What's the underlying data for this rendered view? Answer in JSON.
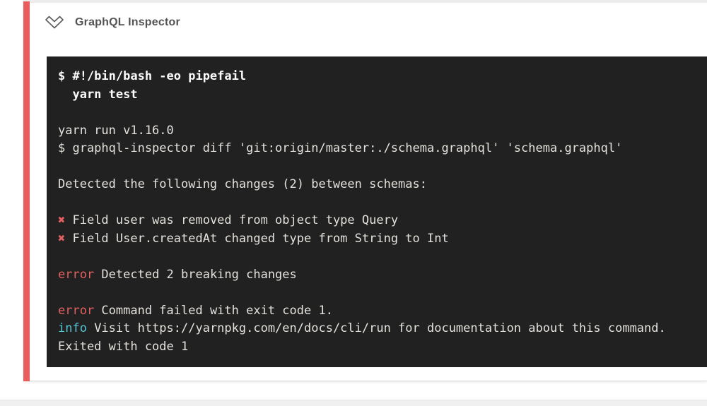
{
  "header": {
    "title": "GraphQL Inspector",
    "collapse_icon": "chevron-double-down-icon"
  },
  "terminal": {
    "lines": [
      {
        "segments": [
          {
            "t": "$ #!/bin/bash -eo pipefail",
            "c": "bold"
          }
        ]
      },
      {
        "segments": [
          {
            "t": "  yarn test",
            "c": "bold"
          }
        ]
      },
      {
        "segments": []
      },
      {
        "segments": [
          {
            "t": "yarn run v1.16.0",
            "c": "plain"
          }
        ]
      },
      {
        "segments": [
          {
            "t": "$ graphql-inspector diff 'git:origin/master:./schema.graphql' 'schema.graphql'",
            "c": "plain"
          }
        ]
      },
      {
        "segments": []
      },
      {
        "segments": [
          {
            "t": "Detected the following changes (2) between schemas:",
            "c": "plain"
          }
        ]
      },
      {
        "segments": []
      },
      {
        "segments": [
          {
            "t": "✖",
            "c": "red"
          },
          {
            "t": " Field user was removed from object type Query",
            "c": "plain"
          }
        ]
      },
      {
        "segments": [
          {
            "t": "✖",
            "c": "red"
          },
          {
            "t": " Field User.createdAt changed type from String to Int",
            "c": "plain"
          }
        ]
      },
      {
        "segments": []
      },
      {
        "segments": [
          {
            "t": "error",
            "c": "red"
          },
          {
            "t": " Detected 2 breaking changes",
            "c": "plain"
          }
        ]
      },
      {
        "segments": []
      },
      {
        "segments": [
          {
            "t": "error",
            "c": "red"
          },
          {
            "t": " Command failed with exit code 1.",
            "c": "plain"
          }
        ]
      },
      {
        "segments": [
          {
            "t": "info",
            "c": "cyan"
          },
          {
            "t": " Visit https://yarnpkg.com/en/docs/cli/run for documentation about this command.",
            "c": "plain"
          }
        ]
      },
      {
        "segments": [
          {
            "t": "Exited with code 1",
            "c": "plain"
          }
        ]
      }
    ]
  },
  "colors": {
    "accent_red": "#e95d5d",
    "terminal_bg": "#212121",
    "terminal_text": "#e5e2dd",
    "terminal_bold": "#fcfcfc",
    "error_red": "#e36060",
    "info_cyan": "#58c6d5",
    "title_gray": "#545454"
  }
}
